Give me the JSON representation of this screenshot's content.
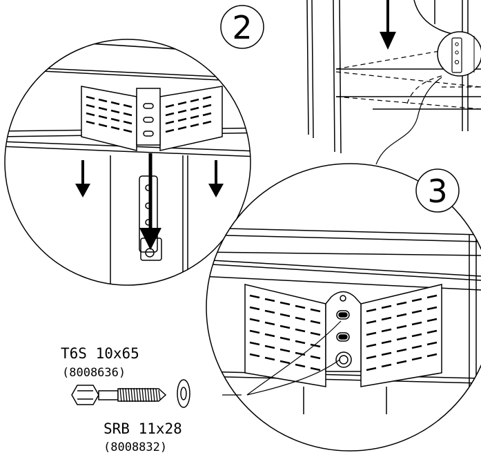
{
  "steps": {
    "step2": "2",
    "step3": "3"
  },
  "parts": {
    "screw": {
      "name": "T6S 10x65",
      "code": "(8008636)"
    },
    "washer": {
      "name": "SRB 11x28",
      "code": "(8008832)"
    }
  },
  "colors": {
    "ink": "#000000",
    "paper": "#ffffff"
  }
}
